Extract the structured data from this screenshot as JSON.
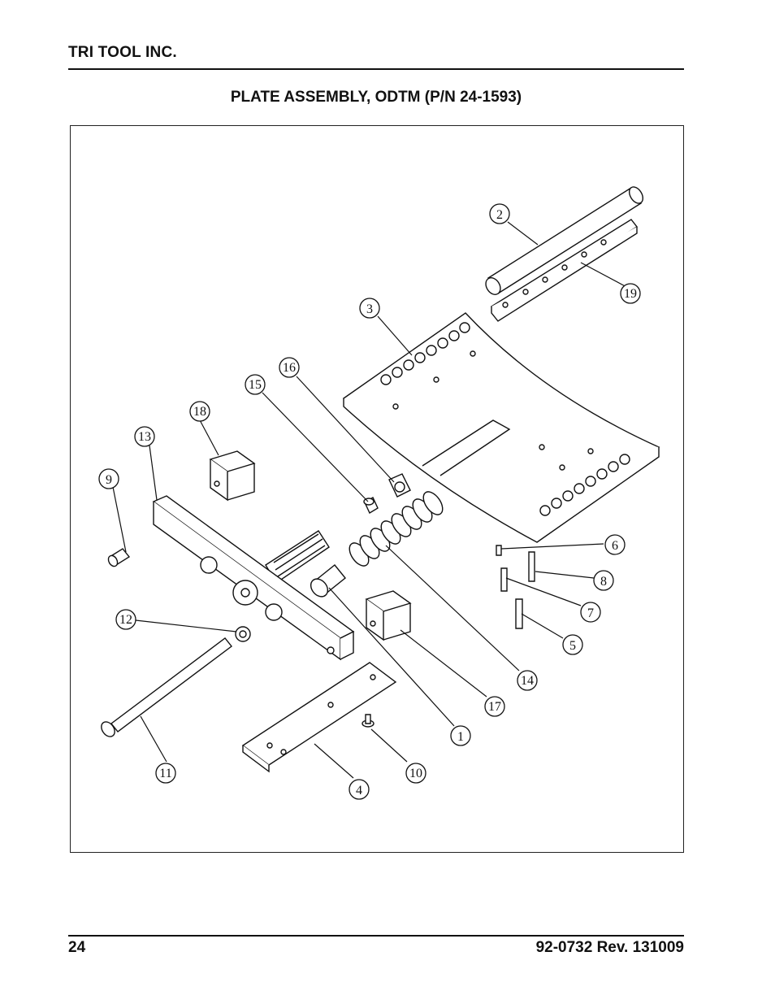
{
  "header": {
    "company": "TRI TOOL INC."
  },
  "title": "PLATE ASSEMBLY, ODTM (P/N 24-1593)",
  "figure": {
    "callouts": [
      "1",
      "2",
      "3",
      "4",
      "5",
      "6",
      "7",
      "8",
      "9",
      "10",
      "11",
      "12",
      "13",
      "14",
      "15",
      "16",
      "17",
      "18",
      "19"
    ]
  },
  "footer": {
    "page_number": "24",
    "doc_id": "92-0732  Rev. 131009"
  }
}
